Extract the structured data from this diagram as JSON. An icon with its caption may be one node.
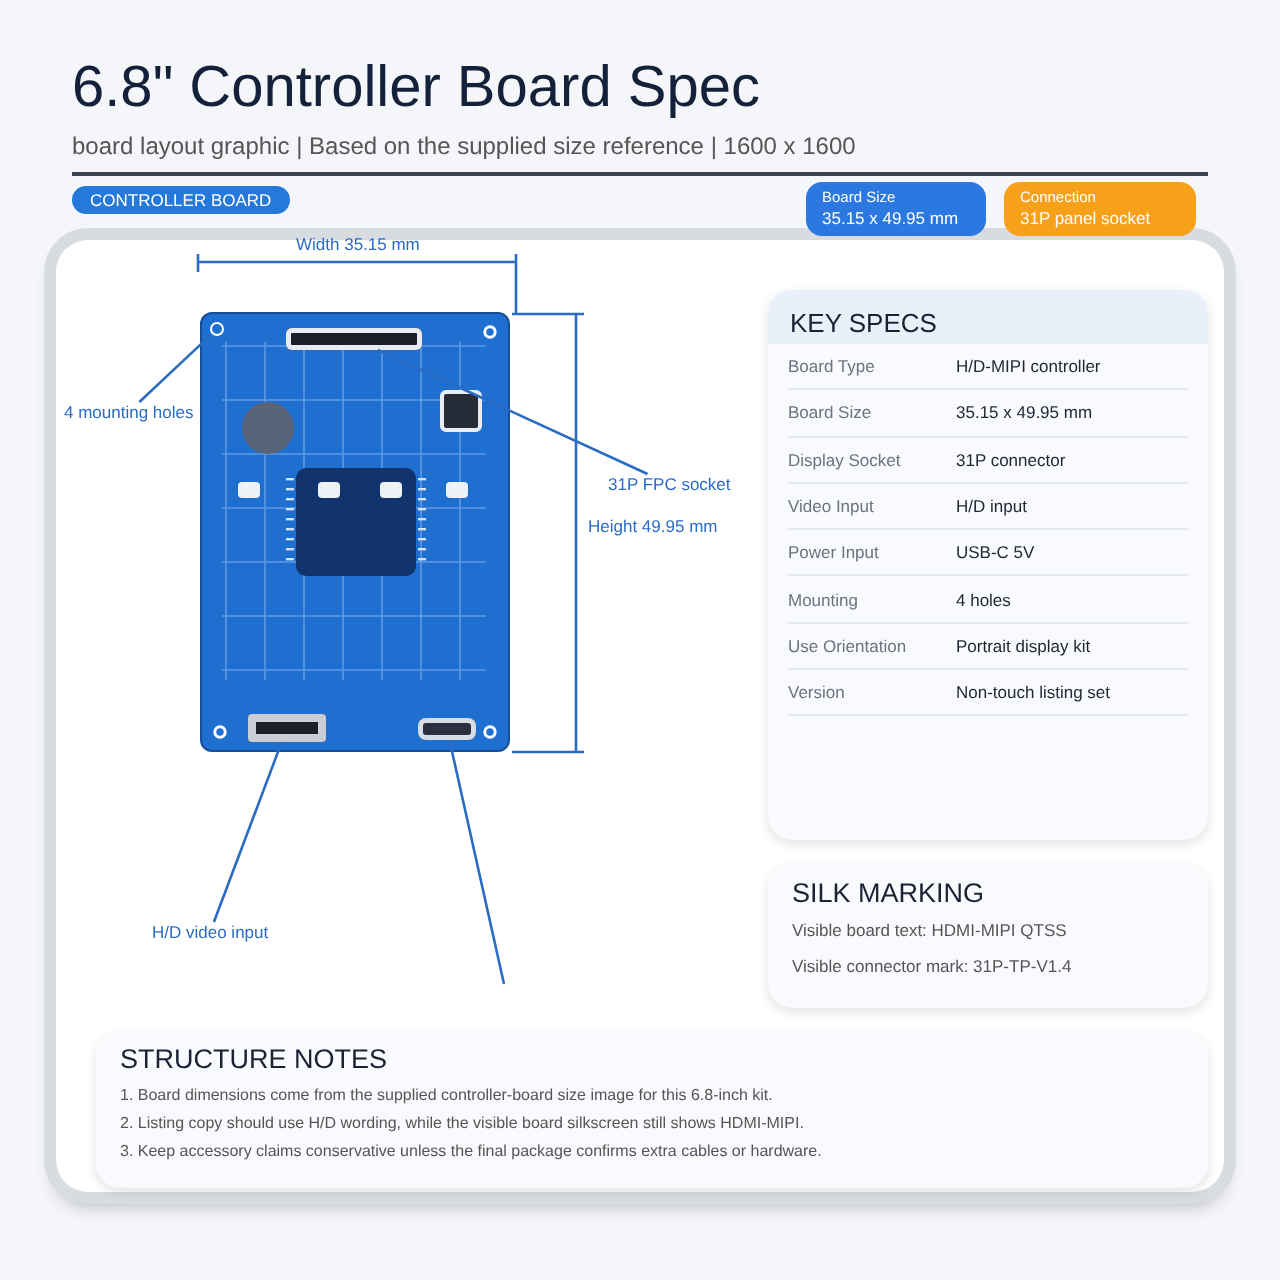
{
  "diagram": {
    "title": "6.8\" Controller Board Spec",
    "nodes": [
      {
        "text": [
          "CONTROLLER BOARD"
        ]
      },
      {
        "text": [
          "Board Size",
          "35.15 x 49.95 mm"
        ]
      },
      {
        "text": [
          "Connection",
          "31P panel socket"
        ]
      },
      {
        "text": [],
        "shape": "box"
      },
      {
        "text": [],
        "shape": "circle",
        "in": 3
      },
      {
        "text": [],
        "shape": "box",
        "in": 3
      },
      {
        "text": [],
        "shape": "box",
        "in": 3
      },
      {
        "text": [],
        "shape": "box",
        "in": 3
      },
      {
        "text": [
          "4 mounting holes"
        ]
      },
      {
        "text": [
          "31P FPC socket"
        ]
      },
      {
        "text": [
          "H/D video input"
        ]
      },
      {
        "text": [
          "KEY SPECS",
          "Board Type",
          "H/D-MIPI controller",
          "Board Size",
          "35.15 x 49.95 mm",
          "Display Socket",
          "31P connector",
          "Video Input",
          "H/D input",
          "Power Input",
          "USB-C 5V",
          "Mounting",
          "4 holes",
          "Use Orientation",
          "Portrait display kit",
          "Version",
          "Non-touch listing set"
        ]
      },
      {
        "text": [
          "SILK MARKING",
          "Visible board text: HDMI-MIPI QTSS",
          "Visible connector mark: 31P-TP-V1.4"
        ]
      },
      {
        "text": [
          "STRUCTURE NOTES",
          "1. Board dimensions come from the supplied controller-board size image for this 6.8-inch kit.",
          "2. Listing copy should use H/D wording, while the visible board silkscreen still shows HDMI-MIPI.",
          "3. Keep accessory claims conservative unless the final package confirms extra cables or hardware."
        ]
      }
    ],
    "edges": [
      {
        "from": 8,
        "to": 4,
        "arrow": "none"
      },
      {
        "from": 9,
        "to": 5,
        "arrow": "none"
      },
      {
        "from": 10,
        "to": 6,
        "arrow": "none"
      },
      {
        "from": null,
        "to": 7,
        "arrow": "none"
      }
    ],
    "labels": [
      "board layout graphic | Based on the supplied size reference | 1600 x 1600",
      "Width 35.15 mm",
      "Height 49.95 mm"
    ]
  }
}
